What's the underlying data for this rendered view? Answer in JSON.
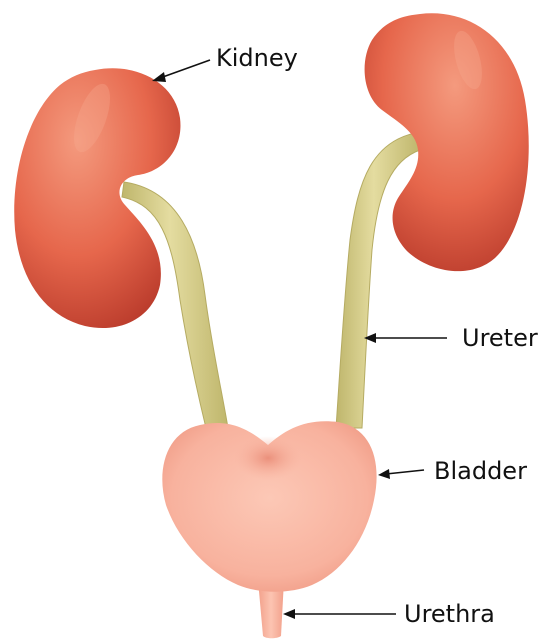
{
  "labels": {
    "kidney": "Kidney",
    "ureter": "Ureter",
    "bladder": "Bladder",
    "urethra": "Urethra"
  },
  "colors": {
    "kidney_light": "#f08a6e",
    "kidney_mid": "#e4654a",
    "kidney_dark": "#b83a2a",
    "ureter_fill": "#dcd494",
    "ureter_edge": "#b5ab62",
    "bladder_light": "#fbc2b0",
    "bladder_mid": "#f6a48e",
    "bladder_dark": "#e88670",
    "arrow": "#111111"
  }
}
